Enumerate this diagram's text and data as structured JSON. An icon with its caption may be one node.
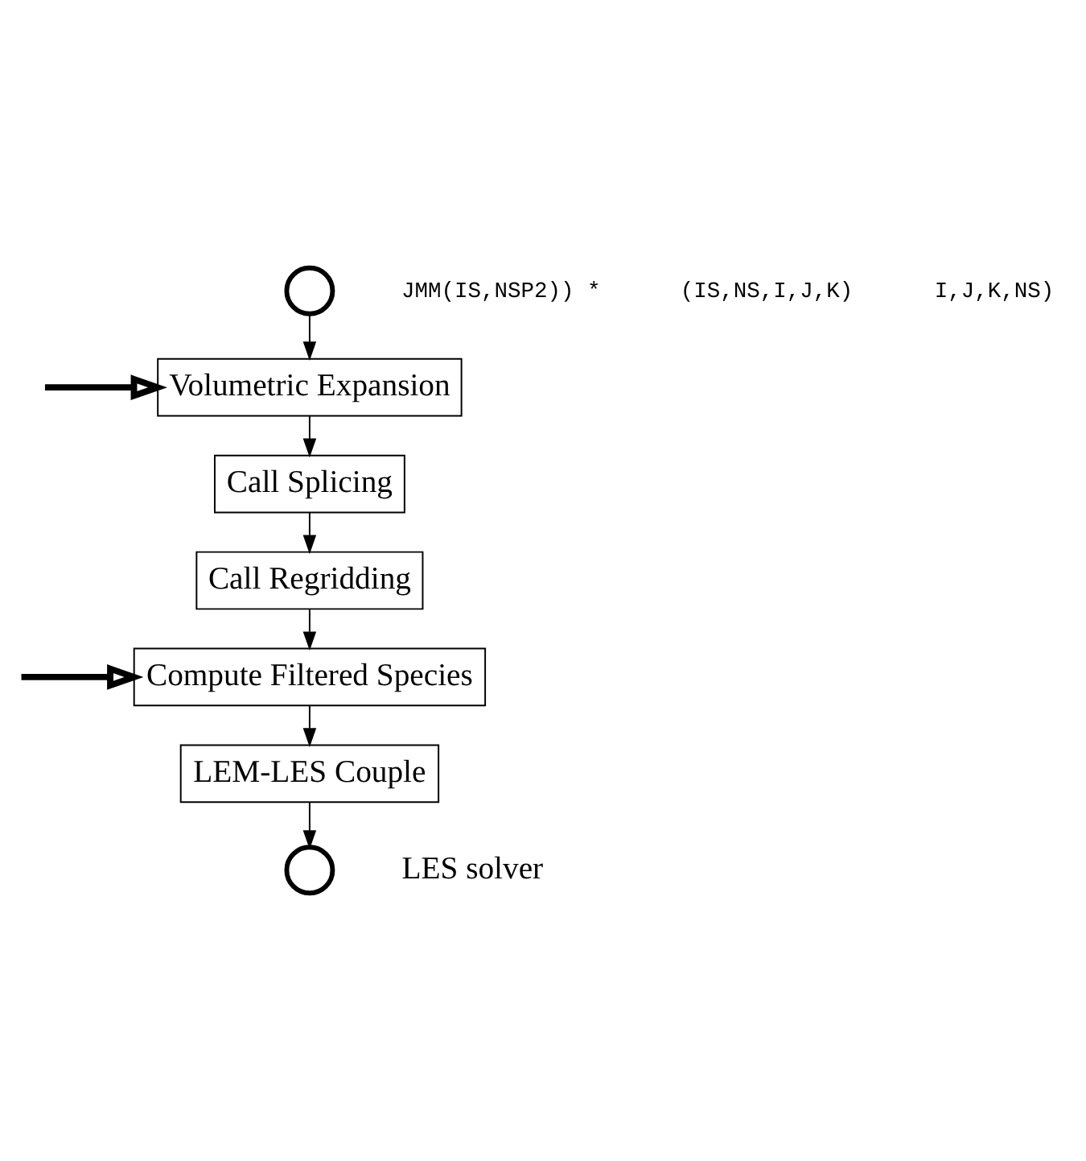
{
  "diagram": {
    "nodes": [
      {
        "text": [],
        "shape": "circle"
      },
      {
        "text": [
          "Volumetric Expansion"
        ]
      },
      {
        "text": [
          "Call Splicing"
        ]
      },
      {
        "text": [
          "Call Regridding"
        ]
      },
      {
        "text": [
          "Compute Filtered Species"
        ]
      },
      {
        "text": [
          "LEM-LES Couple"
        ]
      },
      {
        "text": [],
        "shape": "circle",
        "beside": [
          "LES solver"
        ]
      }
    ],
    "edges": [
      {
        "from": 0,
        "to": 1,
        "arrow": "to"
      },
      {
        "from": null,
        "to": 1,
        "arrow": "to",
        "style": "thick"
      },
      {
        "from": 1,
        "to": 2,
        "arrow": "to"
      },
      {
        "from": 2,
        "to": 3,
        "arrow": "to"
      },
      {
        "from": 3,
        "to": 4,
        "arrow": "to"
      },
      {
        "from": null,
        "to": 4,
        "arrow": "to",
        "style": "thick"
      },
      {
        "from": 4,
        "to": 5,
        "arrow": "to"
      },
      {
        "from": 5,
        "to": 6,
        "arrow": "to"
      }
    ],
    "labels": [
      "JMM(IS,NSP2)) *",
      "(IS,NS,I,J,K)",
      "I,J,K,NS)"
    ]
  }
}
